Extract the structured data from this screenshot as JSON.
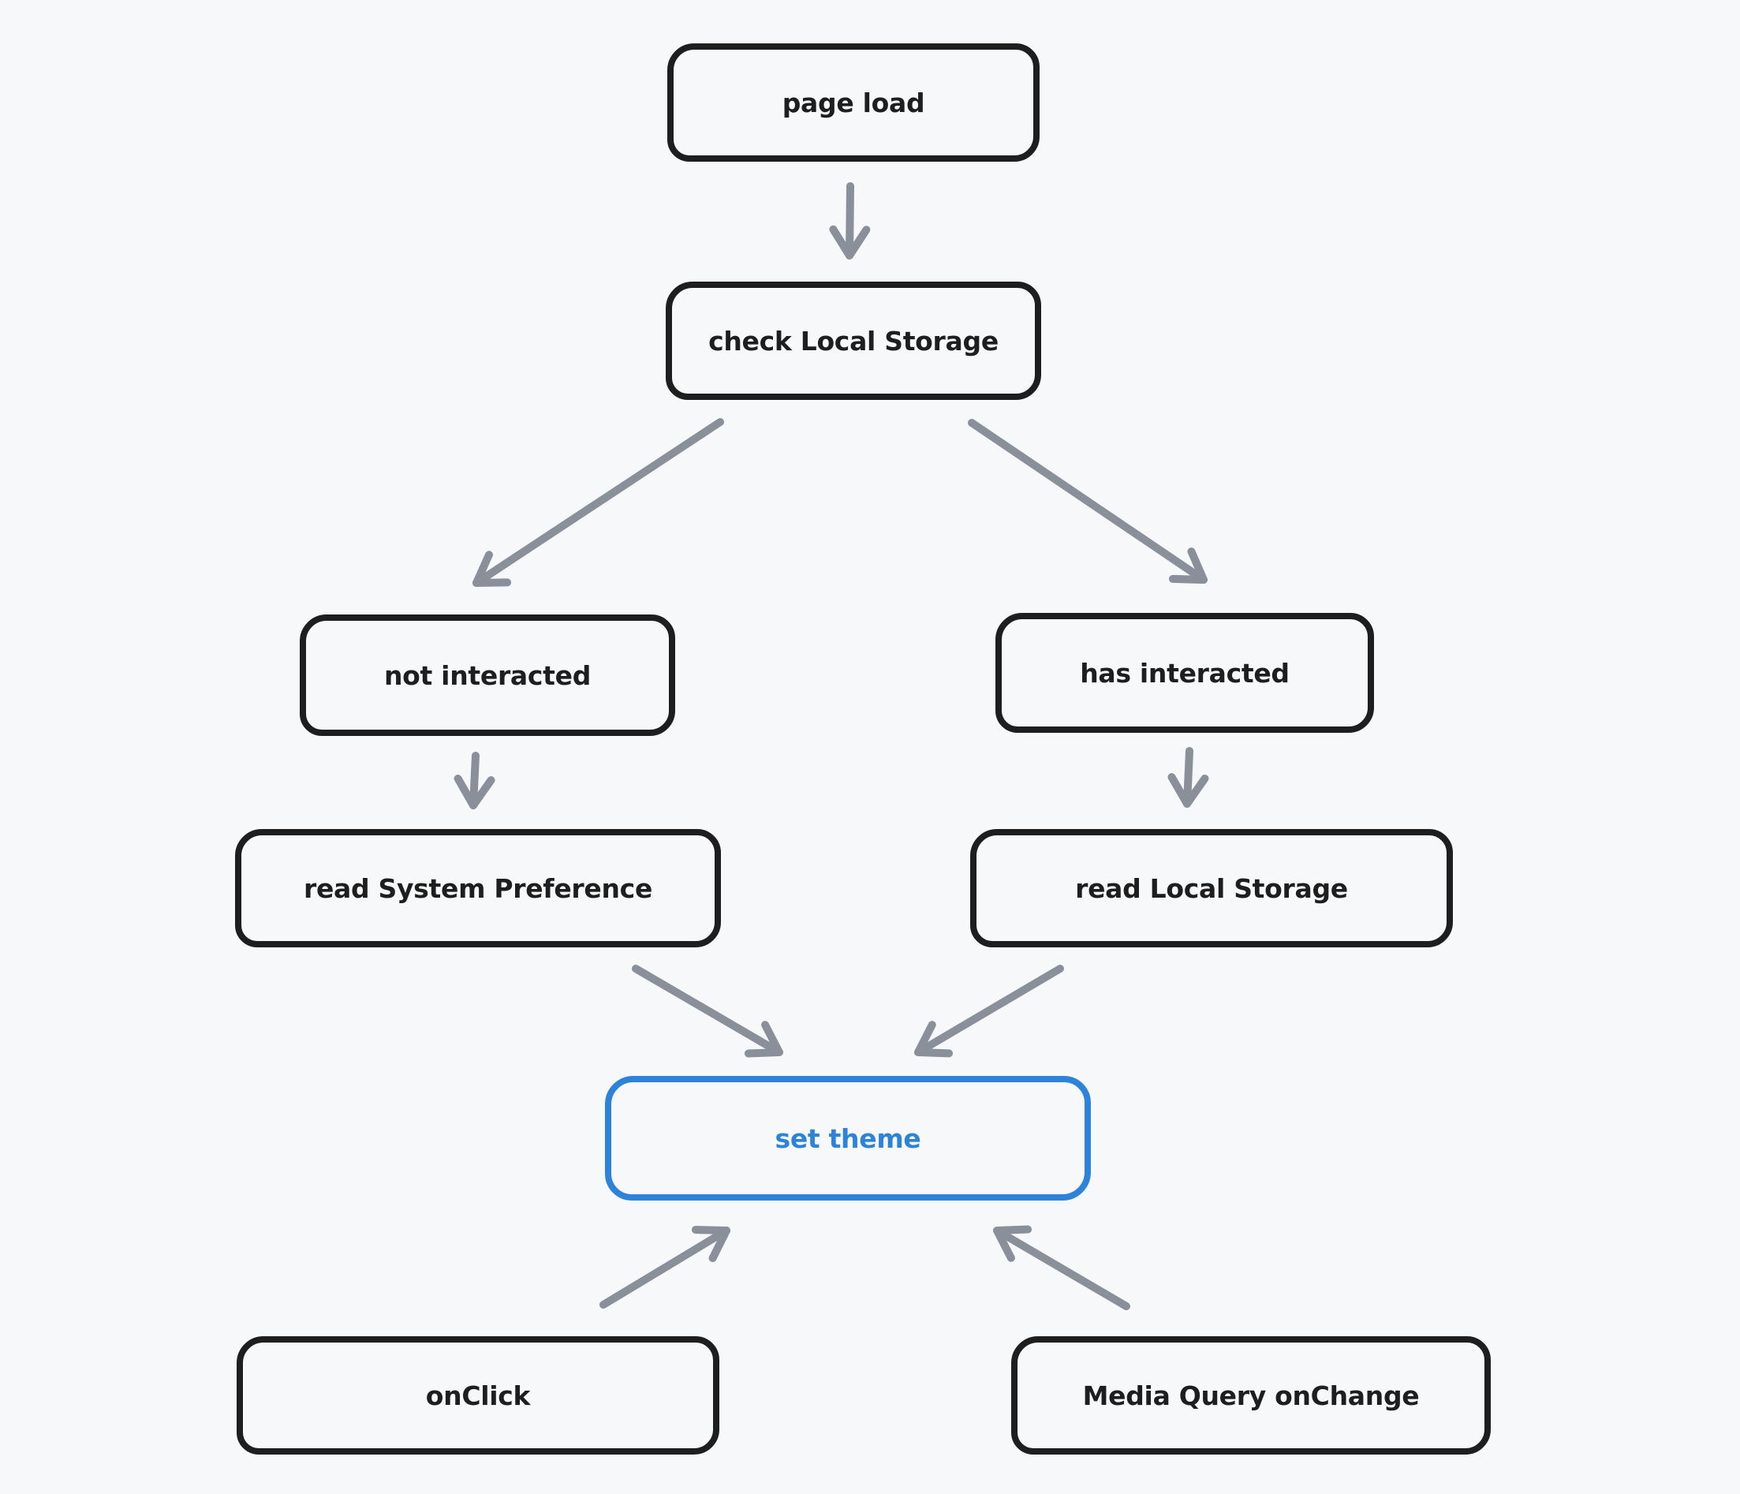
{
  "diagram": {
    "type": "flowchart",
    "background": "#f7f8fa",
    "colors": {
      "node_stroke": "#1e1e1e",
      "node_text": "#1e1e1e",
      "arrow": "#8a909a",
      "accent_blue": "#2d83da"
    },
    "nodes": {
      "page_load": {
        "label": "page load"
      },
      "check_local_storage": {
        "label": "check Local Storage"
      },
      "not_interacted": {
        "label": "not interacted"
      },
      "has_interacted": {
        "label": "has interacted"
      },
      "read_system_preference": {
        "label": "read System Preference"
      },
      "read_local_storage": {
        "label": "read Local Storage"
      },
      "set_theme": {
        "label": "set theme",
        "highlighted": true
      },
      "on_click": {
        "label": "onClick"
      },
      "media_query_onchange": {
        "label": "Media Query onChange"
      }
    },
    "edges": [
      {
        "from": "page load",
        "to": "check Local Storage"
      },
      {
        "from": "check Local Storage",
        "to": "not interacted"
      },
      {
        "from": "check Local Storage",
        "to": "has interacted"
      },
      {
        "from": "not interacted",
        "to": "read System Preference"
      },
      {
        "from": "has interacted",
        "to": "read Local Storage"
      },
      {
        "from": "read System Preference",
        "to": "set theme"
      },
      {
        "from": "read Local Storage",
        "to": "set theme"
      },
      {
        "from": "onClick",
        "to": "set theme"
      },
      {
        "from": "Media Query onChange",
        "to": "set theme"
      }
    ]
  }
}
